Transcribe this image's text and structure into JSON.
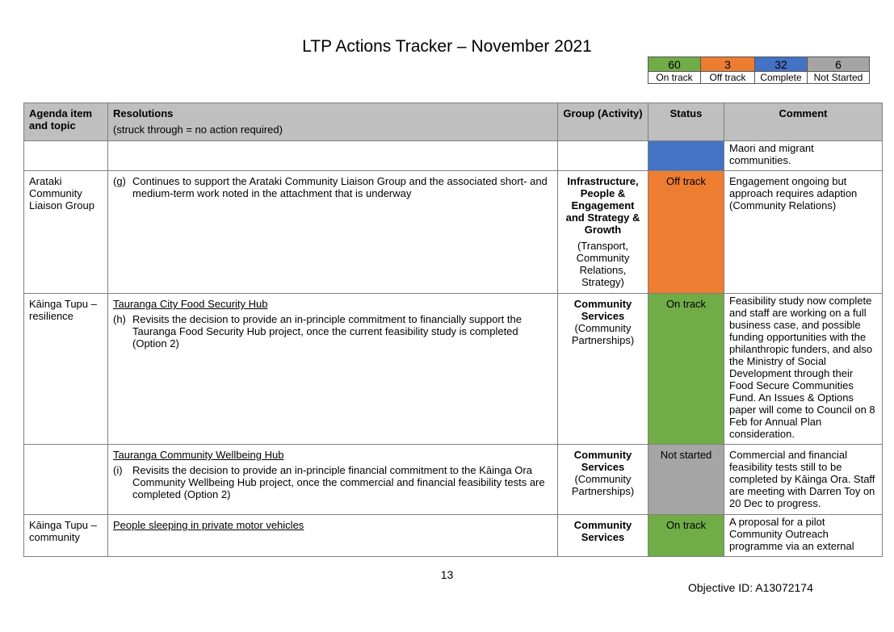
{
  "title": "LTP Actions Tracker – November 2021",
  "legend": [
    {
      "count": "60",
      "label": "On track",
      "color": "#70ad47"
    },
    {
      "count": "3",
      "label": "Off track",
      "color": "#ed7d31"
    },
    {
      "count": "32",
      "label": "Complete",
      "color": "#4472c4"
    },
    {
      "count": "6",
      "label": "Not Started",
      "color": "#a5a5a5"
    }
  ],
  "table": {
    "headers": {
      "agenda": "Agenda item and topic",
      "resolutions": "Resolutions",
      "resolutions_note": "(struck through = no action required)",
      "group": "Group (Activity)",
      "status": "Status",
      "comment": "Comment"
    },
    "rows": [
      {
        "agenda": "",
        "heading": "",
        "marker": "",
        "resolution": "",
        "group_bold": "",
        "group_sub": "",
        "status": "",
        "status_color": "#4472c4",
        "comment": "Maori and migrant communities."
      },
      {
        "agenda": "Arataki Community Liaison Group",
        "heading": "",
        "marker": "(g)",
        "resolution": "Continues to support the Arataki Community Liaison Group and the associated short- and medium-term work noted in the attachment that is underway",
        "group_bold": "Infrastructure, People & Engagement and Strategy & Growth",
        "group_sub": "(Transport, Community Relations, Strategy)",
        "status": "Off track",
        "status_color": "#ed7d31",
        "comment": "Engagement ongoing but approach requires adaption (Community Relations)"
      },
      {
        "agenda": "Kāinga Tupu – resilience",
        "heading": "Tauranga City Food Security Hub",
        "marker": "(h)",
        "resolution": "Revisits the decision to provide an in-principle commitment to financially support the Tauranga Food Security Hub project, once the current feasibility study is completed (Option 2)",
        "group_bold": "Community Services",
        "group_sub": "(Community Partnerships)",
        "status": "On track",
        "status_color": "#70ad47",
        "comment": "Feasibility study now complete and staff are working on a full business case, and possible funding opportunities with the philanthropic funders, and also the Ministry of Social Development through their Food Secure Communities Fund. An Issues & Options paper will come to Council on 8 Feb for Annual Plan consideration."
      },
      {
        "agenda": "",
        "heading": "Tauranga Community Wellbeing Hub",
        "marker": "(i)",
        "resolution": "Revisits the decision to provide an in-principle financial commitment to the Kāinga Ora Community Wellbeing Hub project, once the commercial and financial feasibility tests are completed (Option 2)",
        "group_bold": "Community Services",
        "group_sub": "(Community Partnerships)",
        "status": "Not started",
        "status_color": "#a5a5a5",
        "comment": "Commercial and financial feasibility tests still to be completed by Kāinga Ora. Staff are meeting with Darren Toy on 20 Dec to progress."
      },
      {
        "agenda": "Kāinga Tupu – community",
        "heading": "People sleeping in private motor vehicles",
        "marker": "",
        "resolution": "",
        "group_bold": "Community Services",
        "group_sub": "",
        "status": "On track",
        "status_color": "#70ad47",
        "comment": "A proposal for a pilot Community Outreach programme via an external"
      }
    ]
  },
  "footer": {
    "page_number": "13",
    "objective_id": "Objective ID: A13072174"
  }
}
